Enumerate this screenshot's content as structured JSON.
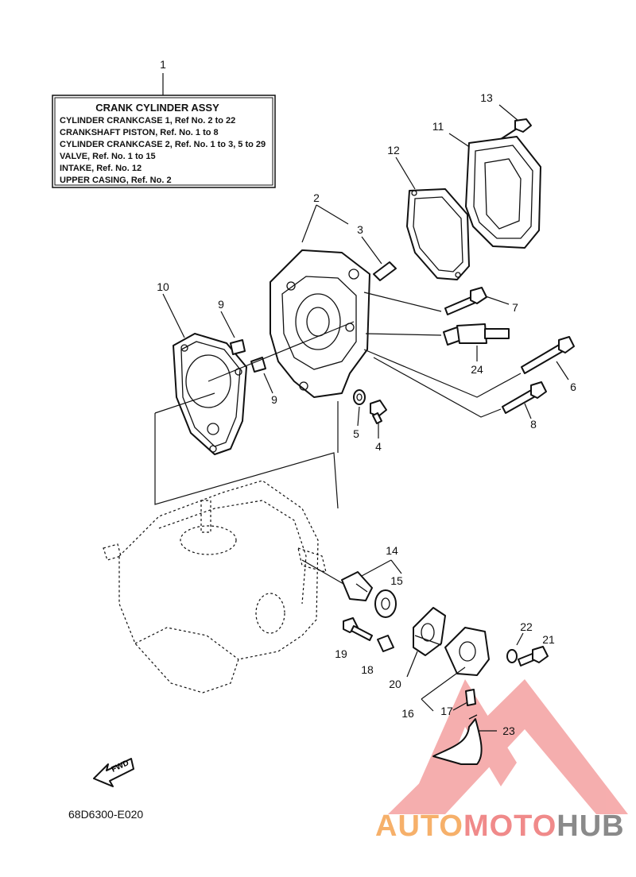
{
  "info_box": {
    "title": "CRANK CYLINDER ASSY",
    "lines": [
      "CYLINDER CRANKCASE 1,  Ref No. 2 to 22",
      "CRANKSHAFT PISTON,  Ref. No. 1 to 8",
      "CYLINDER CRANKCASE 2,  Ref. No. 1 to 3, 5 to 29",
      "VALVE,  Ref. No. 1 to 15",
      "INTAKE,  Ref. No. 12",
      "UPPER CASING,  Ref. No. 2"
    ]
  },
  "callouts": {
    "c1": "1",
    "c2": "2",
    "c3": "3",
    "c4": "4",
    "c5": "5",
    "c6": "6",
    "c7": "7",
    "c8": "8",
    "c9a": "9",
    "c9b": "9",
    "c10": "10",
    "c11": "11",
    "c12": "12",
    "c13": "13",
    "c14": "14",
    "c15": "15",
    "c16": "16",
    "c17": "17",
    "c18": "18",
    "c19": "19",
    "c20": "20",
    "c21": "21",
    "c22": "22",
    "c23": "23",
    "c24": "24"
  },
  "fwd_label": "FWD",
  "diagram_code": "68D6300-E020",
  "watermark": {
    "part1": "AUTO",
    "part2": "MOTO",
    "part3": "HUB",
    "colors": {
      "auto": "#f6b06a",
      "moto": "#f08a8a",
      "hub": "#8a8a8a",
      "triangle": "#f4a0a0"
    }
  }
}
